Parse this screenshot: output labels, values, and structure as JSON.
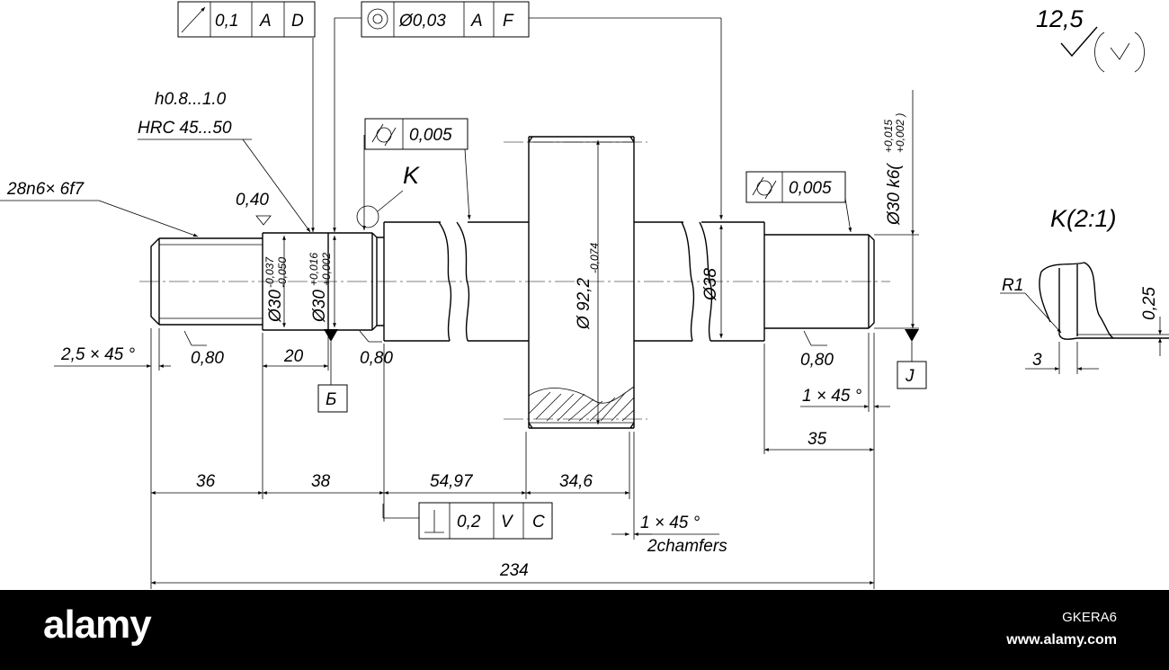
{
  "drawing": {
    "tol_runout": {
      "value": "0,1",
      "datum1": "A",
      "datum2": "D"
    },
    "tol_concentricity": {
      "value": "Ø0,03",
      "datum1": "A",
      "datum2": "F"
    },
    "tol_cyl_left": {
      "value": "0,005"
    },
    "tol_cyl_right": {
      "value": "0,005"
    },
    "tol_perpendicular": {
      "value": "0,2",
      "datum1": "V",
      "datum2": "C"
    },
    "roughness": {
      "main": "12,5"
    },
    "notes": {
      "hardening_depth": "h0.8...1.0",
      "hardness": "HRC 45...50",
      "spline": "28n6× 6f7",
      "detail_marker": "K",
      "detail_view": "K(2:1)",
      "radius": "R1",
      "chamfer_left": "2,5 × 45 °",
      "chamfer_right": "1 × 45 °",
      "chamfer_gear": "1 × 45 °",
      "chamfer_gear_note": "2chamfers"
    },
    "roughness_values": {
      "left": "0,80",
      "middle": "0,80",
      "right": "0,80",
      "top": "0,40"
    },
    "diameters": {
      "d30_left": "Ø30",
      "d30_left_tol_upper": "-0,037",
      "d30_left_tol_lower": "-0,050",
      "d30_second": "Ø30",
      "d30_second_tol_upper": "+0,016",
      "d30_second_tol_lower": "+0,002",
      "d92": "Ø 92,2",
      "d92_tol": "-0,074",
      "d38": "Ø38",
      "d30_right": "Ø30 k6(",
      "d30_right_tol_upper": "+0,015",
      "d30_right_tol_lower": "+0,002 )"
    },
    "datums": {
      "b": "Б",
      "j": "J"
    },
    "dims": {
      "len_20": "20",
      "len_35": "35",
      "len_36": "36",
      "len_38": "38",
      "len_5497": "54,97",
      "len_346": "34,6",
      "len_234": "234",
      "detail_3": "3",
      "detail_025": "0,25"
    }
  },
  "footer": {
    "logo": "alamy",
    "image_id": "GKERA6",
    "site": "www.alamy.com"
  }
}
